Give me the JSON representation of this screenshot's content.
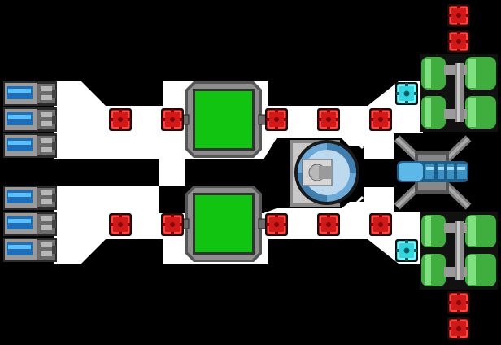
{
  "game": {
    "view": "ship-layout-editor",
    "palette": {
      "background": "#000000",
      "floor": "#ffffff",
      "hull": "#8a8a8a",
      "hull_dark": "#4a4a4a",
      "room_green": "#11c411",
      "node_red": "#d41818",
      "node_cyan": "#2fd8e0",
      "tank_green": "#3fae3f",
      "thruster_blue": "#2a8fe0",
      "shield_blue": "#6aa9d8"
    },
    "components": [
      {
        "name": "thruster-pod",
        "count": 6,
        "icon": "thruster-icon"
      },
      {
        "name": "cargo-room",
        "count": 2,
        "icon": "room-icon"
      },
      {
        "name": "power-node",
        "count": 14,
        "icon": "node-icon"
      },
      {
        "name": "coolant-node",
        "count": 2,
        "icon": "node-icon"
      },
      {
        "name": "fuel-tank",
        "count": 4,
        "icon": "tank-icon"
      },
      {
        "name": "reactor-core",
        "count": 1,
        "icon": "reactor-icon"
      },
      {
        "name": "plasma-cannon",
        "count": 1,
        "icon": "cannon-icon"
      }
    ]
  }
}
